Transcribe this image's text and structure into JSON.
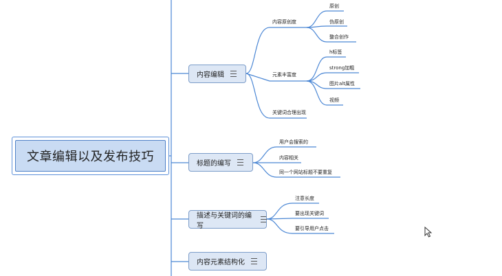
{
  "root": {
    "label": "文章编辑以及发布技巧"
  },
  "topics": [
    {
      "label": "内容编辑",
      "children": [
        {
          "label": "内容原创度",
          "children": [
            "原创",
            "伪原创",
            "整合创作"
          ]
        },
        {
          "label": "元素丰富度",
          "children": [
            "h标签",
            "strong加粗",
            "图片alt属性",
            "视频"
          ]
        },
        {
          "label": "关键词合理出现",
          "children": []
        }
      ]
    },
    {
      "label": "标题的编写",
      "children": [
        {
          "label": "用户会搜索的"
        },
        {
          "label": "内容相关"
        },
        {
          "label": "同一个网站标题不要重复"
        }
      ]
    },
    {
      "label": "描述与关键词的编写",
      "children": [
        {
          "label": "注意长度"
        },
        {
          "label": "要出现关键词"
        },
        {
          "label": "要引导用户点击"
        }
      ]
    },
    {
      "label": "内容元素结构化"
    }
  ],
  "colors": {
    "line": "#4a86d4",
    "topic_fill": "#dde7f5",
    "root_fill": "#c9dbf3"
  }
}
